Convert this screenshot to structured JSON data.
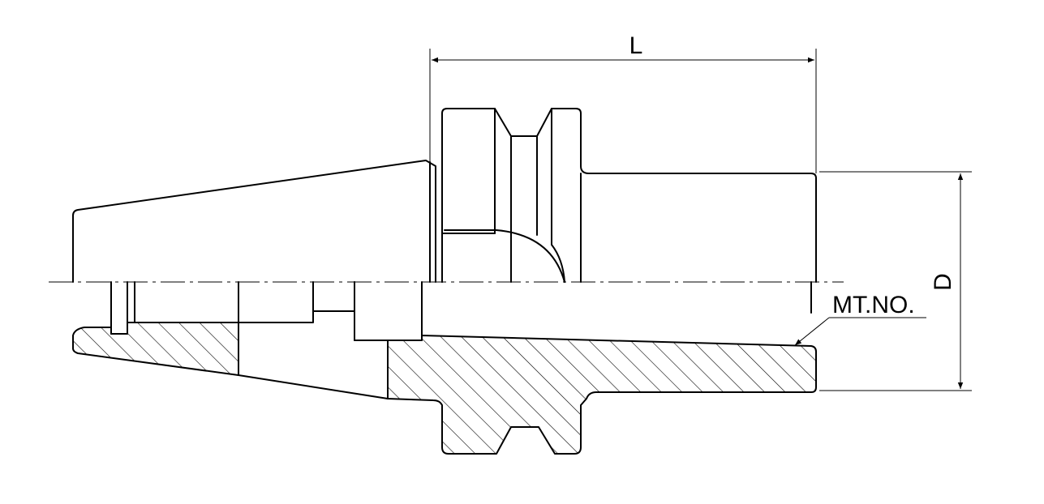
{
  "dimensions": {
    "length_label": "L",
    "diameter_label": "D"
  },
  "callout": {
    "taper_label": "MT.NO."
  },
  "colors": {
    "line": "#000000",
    "background": "#ffffff"
  }
}
